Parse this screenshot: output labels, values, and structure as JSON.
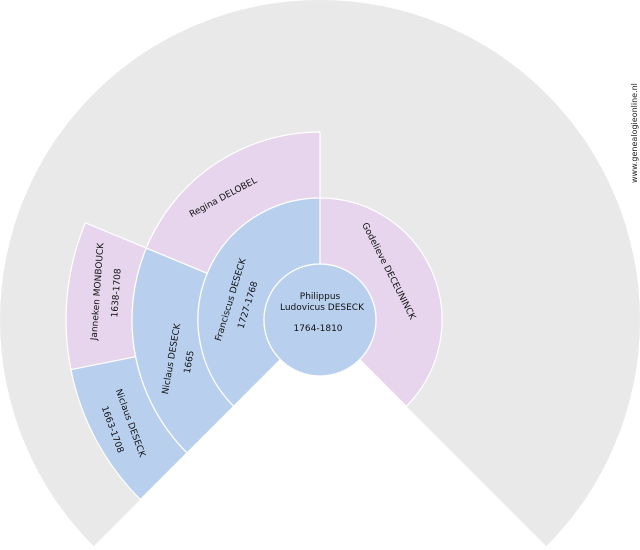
{
  "watermark": "www.genealogieonline.nl",
  "colors": {
    "background_ring": "#e9e9e9",
    "male": "#b8d0ee",
    "female": "#e6d5ec",
    "divider": "#ffffff"
  },
  "root": {
    "name_line1": "Philippus",
    "name_line2": "Ludovicus DESECK",
    "dates": "1764-1810"
  },
  "father": {
    "name": "Franciscus DESECK",
    "dates": "1727-1768"
  },
  "mother": {
    "name": "Godelieve DECEUNINCK",
    "dates": ""
  },
  "paternal_grandfather": {
    "name": "Niclaus DESECK",
    "dates": "1665"
  },
  "paternal_grandmother": {
    "name": "Regina DELOBEL",
    "dates": ""
  },
  "great_grandfather": {
    "name": "Niclaus DESECK",
    "dates": "1663-1708"
  },
  "great_grandmother": {
    "name": "Janneken MONBOUCK",
    "dates": "1638-1708"
  }
}
